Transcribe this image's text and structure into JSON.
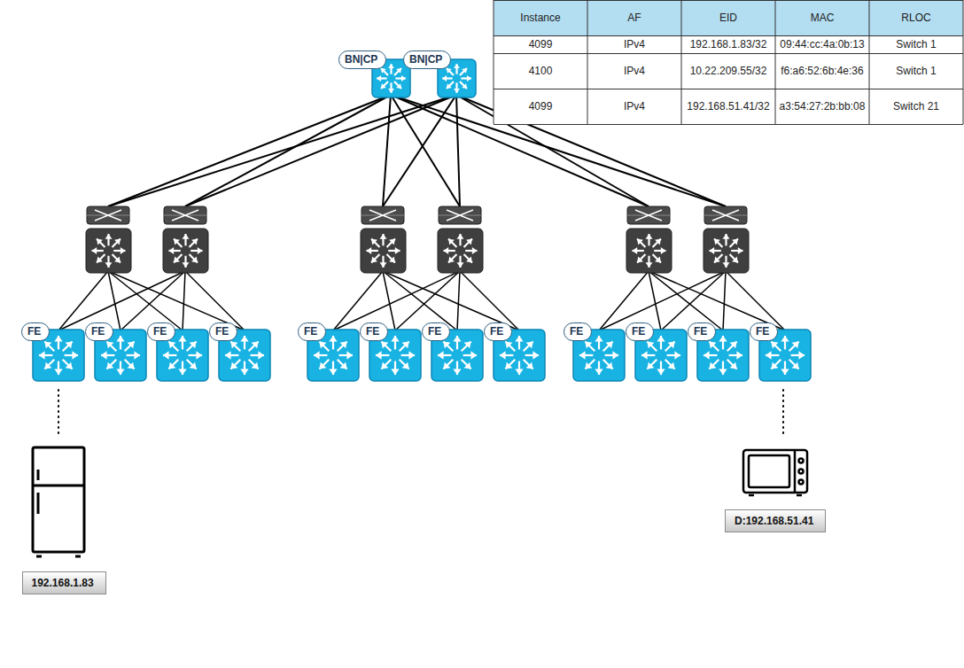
{
  "diagram": {
    "nodes": [
      {
        "text": [
          "BN|CP"
        ]
      },
      {
        "text": [
          "BN|CP"
        ]
      },
      {
        "text": [
          "FE"
        ]
      },
      {
        "text": [
          "FE"
        ]
      },
      {
        "text": [
          "FE"
        ]
      },
      {
        "text": [
          "FE"
        ]
      },
      {
        "text": [
          "FE"
        ]
      },
      {
        "text": [
          "FE"
        ]
      },
      {
        "text": [
          "FE"
        ]
      },
      {
        "text": [
          "FE"
        ]
      },
      {
        "text": [
          "FE"
        ]
      },
      {
        "text": [
          "FE"
        ]
      },
      {
        "text": [
          "FE"
        ]
      },
      {
        "text": [
          "FE"
        ]
      },
      {
        "text": [
          "192.168.1.83"
        ]
      },
      {
        "text": [
          "D:192.168.51.41"
        ]
      }
    ],
    "labels": [
      "Instance",
      "AF",
      "EID",
      "MAC",
      "RLOC",
      "4099",
      "IPv4",
      "192.168.1.83/32",
      "09:44:cc:4a:0b:13",
      "Switch 1",
      "4100",
      "IPv4",
      "10.22.209.55/32",
      "f6:a6:52:6b:4e:36",
      "Switch 1",
      "4099",
      "IPv4",
      "192.168.51.41/32",
      "a3:54:27:2b:bb:08",
      "Switch 21"
    ]
  }
}
